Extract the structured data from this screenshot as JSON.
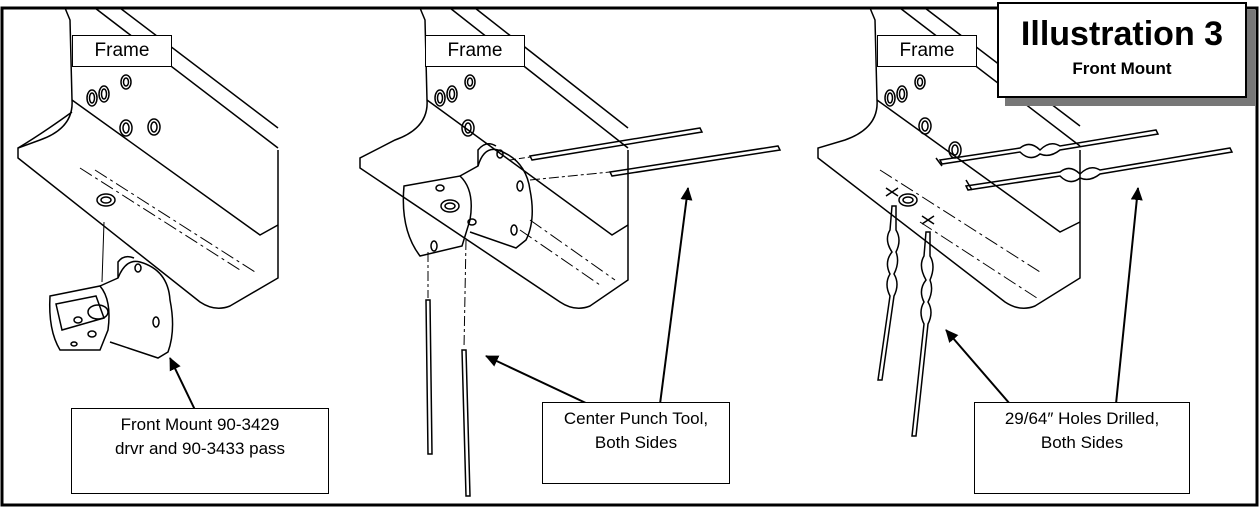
{
  "title": {
    "main": "Illustration 3",
    "sub": "Front Mount"
  },
  "panels": [
    {
      "frame_label": "Frame",
      "callout": [
        "Front Mount 90-3429",
        "drvr and 90-3433 pass"
      ]
    },
    {
      "frame_label": "Frame",
      "callout": [
        "Center Punch Tool,",
        "Both Sides"
      ]
    },
    {
      "frame_label": "Frame",
      "callout": [
        "29/64″ Holes Drilled,",
        "Both Sides"
      ]
    }
  ]
}
